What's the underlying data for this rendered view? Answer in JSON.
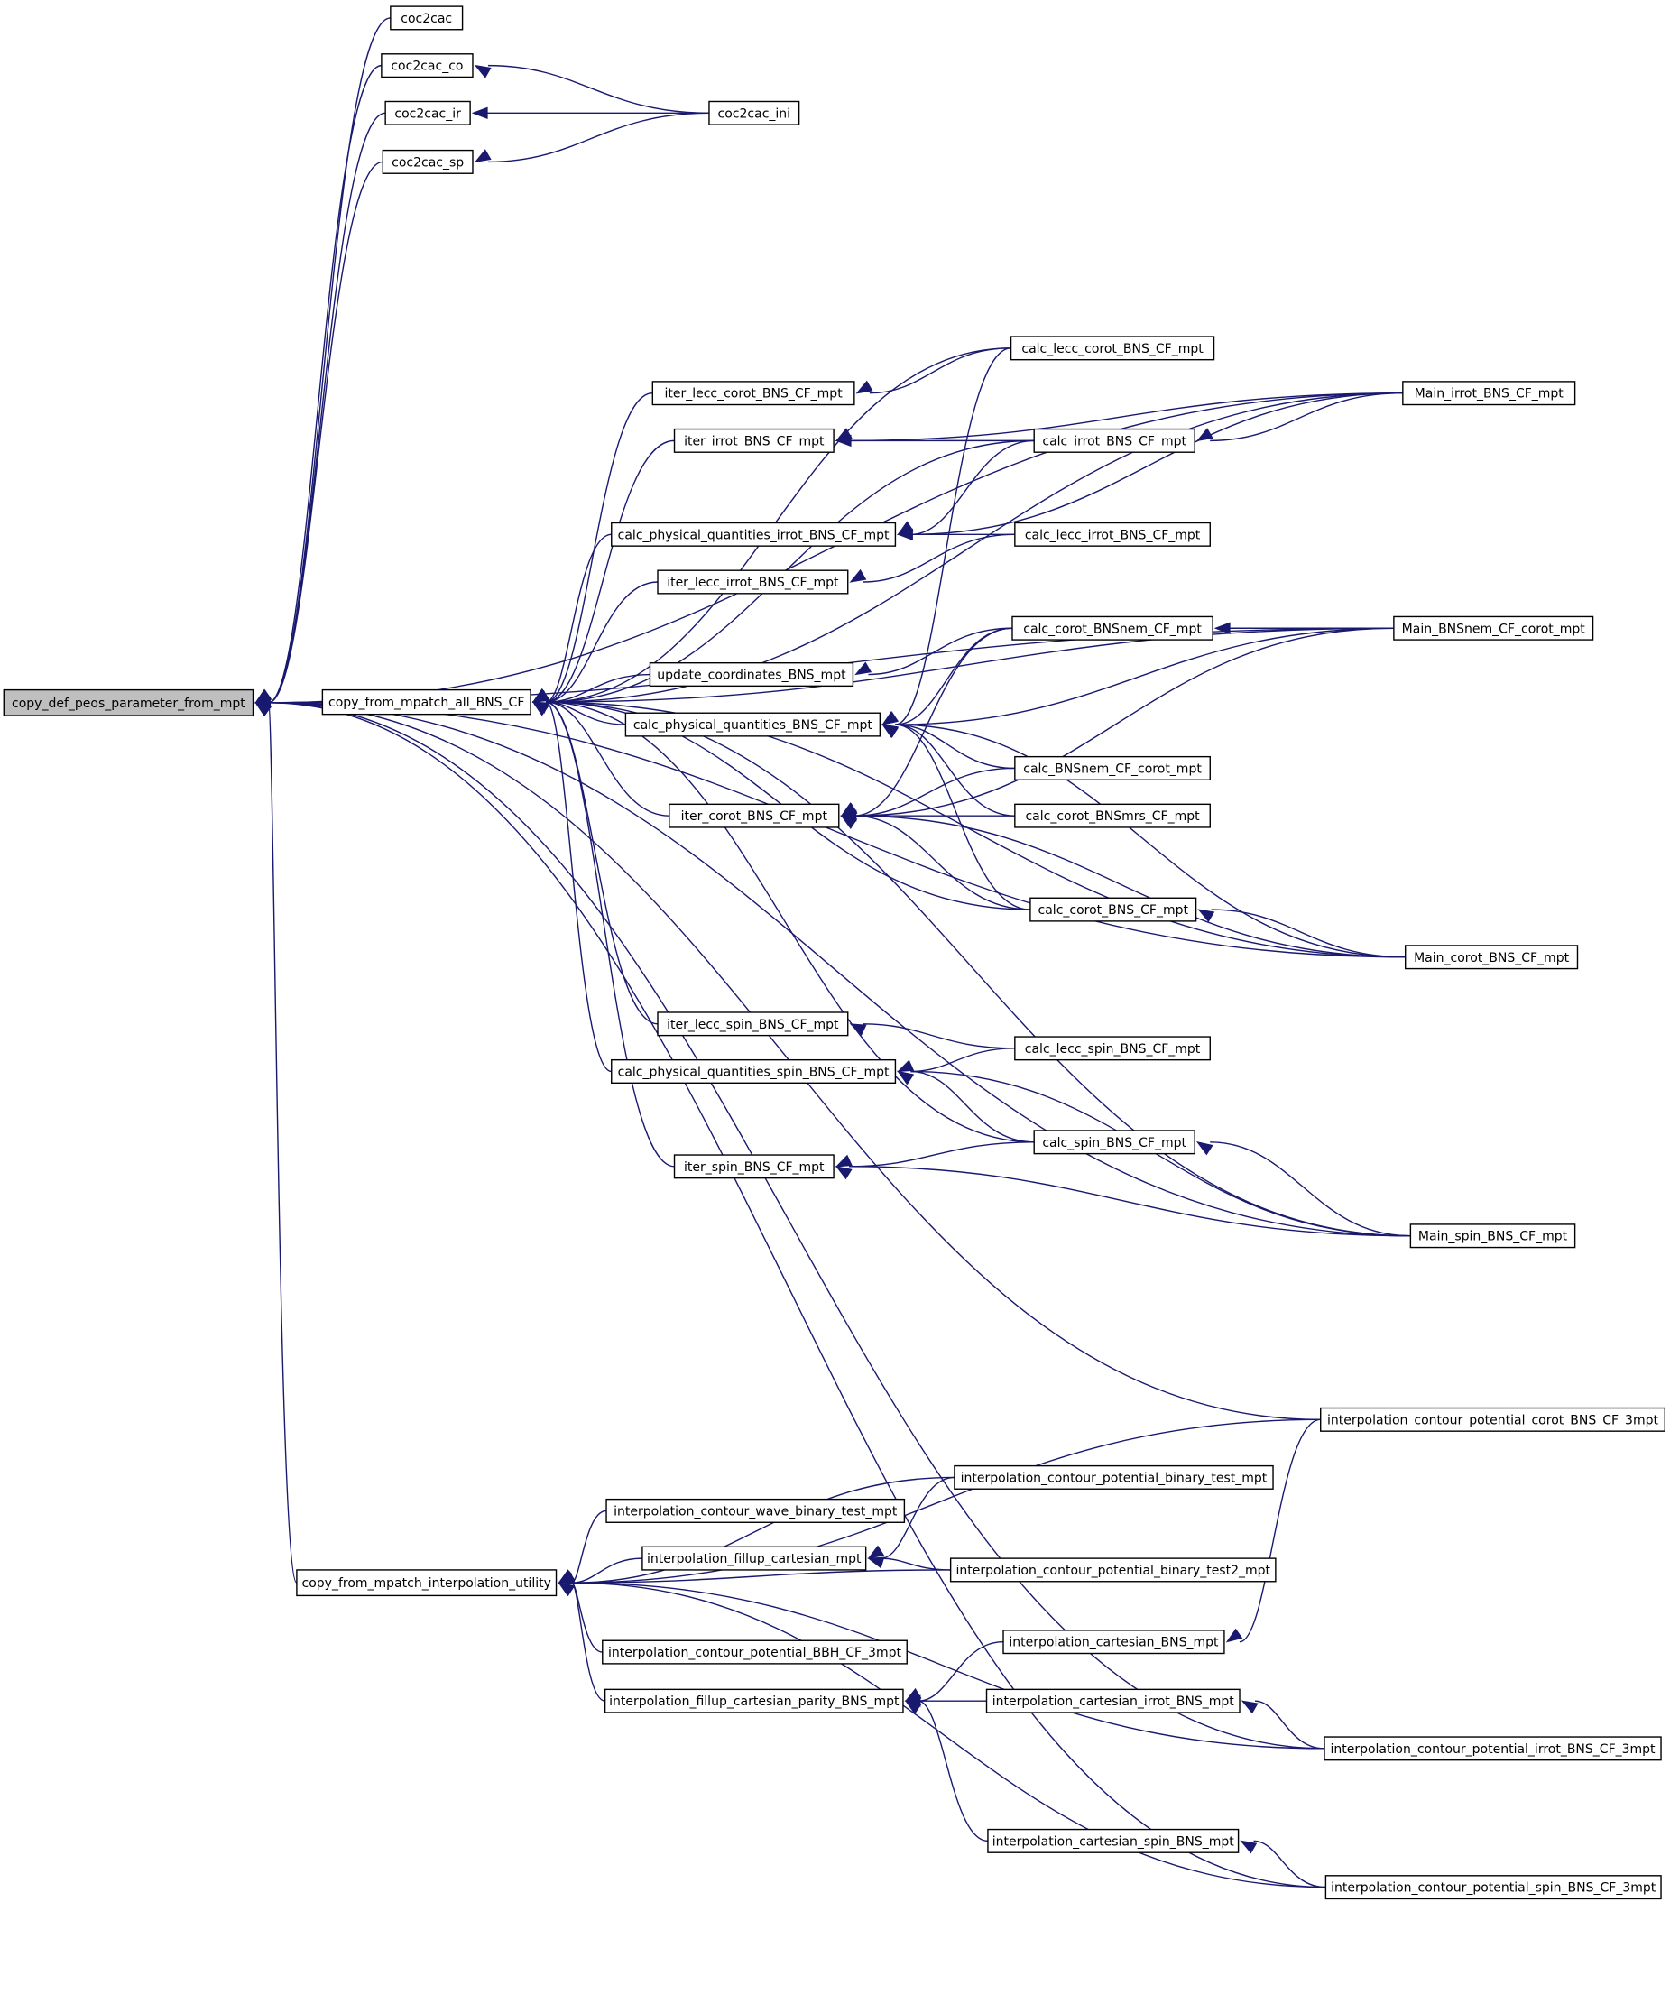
{
  "graph": {
    "nodes": [
      {
        "id": "root",
        "label": "copy_def_peos_parameter_from_mpt",
        "root": true
      },
      {
        "id": "coc2cac",
        "label": "coc2cac"
      },
      {
        "id": "coc2cac_co",
        "label": "coc2cac_co"
      },
      {
        "id": "coc2cac_ir",
        "label": "coc2cac_ir"
      },
      {
        "id": "coc2cac_sp",
        "label": "coc2cac_sp"
      },
      {
        "id": "coc2cac_ini",
        "label": "coc2cac_ini"
      },
      {
        "id": "cfm_all",
        "label": "copy_from_mpatch_all_BNS_CF"
      },
      {
        "id": "calc_lecc_corot",
        "label": "calc_lecc_corot_BNS_CF_mpt"
      },
      {
        "id": "iter_lecc_corot",
        "label": "iter_lecc_corot_BNS_CF_mpt"
      },
      {
        "id": "main_irrot",
        "label": "Main_irrot_BNS_CF_mpt"
      },
      {
        "id": "iter_irrot",
        "label": "iter_irrot_BNS_CF_mpt"
      },
      {
        "id": "calc_irrot",
        "label": "calc_irrot_BNS_CF_mpt"
      },
      {
        "id": "cpq_irrot",
        "label": "calc_physical_quantities_irrot_BNS_CF_mpt"
      },
      {
        "id": "calc_lecc_irrot",
        "label": "calc_lecc_irrot_BNS_CF_mpt"
      },
      {
        "id": "iter_lecc_irrot",
        "label": "iter_lecc_irrot_BNS_CF_mpt"
      },
      {
        "id": "calc_corot_bnsnem",
        "label": "calc_corot_BNSnem_CF_mpt"
      },
      {
        "id": "main_bnsnem",
        "label": "Main_BNSnem_CF_corot_mpt"
      },
      {
        "id": "update_coords",
        "label": "update_coordinates_BNS_mpt"
      },
      {
        "id": "cpq",
        "label": "calc_physical_quantities_BNS_CF_mpt"
      },
      {
        "id": "calc_bnsnem_corot",
        "label": "calc_BNSnem_CF_corot_mpt"
      },
      {
        "id": "iter_corot",
        "label": "iter_corot_BNS_CF_mpt"
      },
      {
        "id": "calc_corot_bnsmrs",
        "label": "calc_corot_BNSmrs_CF_mpt"
      },
      {
        "id": "calc_corot",
        "label": "calc_corot_BNS_CF_mpt"
      },
      {
        "id": "main_corot",
        "label": "Main_corot_BNS_CF_mpt"
      },
      {
        "id": "iter_lecc_spin",
        "label": "iter_lecc_spin_BNS_CF_mpt"
      },
      {
        "id": "calc_lecc_spin",
        "label": "calc_lecc_spin_BNS_CF_mpt"
      },
      {
        "id": "cpq_spin",
        "label": "calc_physical_quantities_spin_BNS_CF_mpt"
      },
      {
        "id": "calc_spin",
        "label": "calc_spin_BNS_CF_mpt"
      },
      {
        "id": "iter_spin",
        "label": "iter_spin_BNS_CF_mpt"
      },
      {
        "id": "main_spin",
        "label": "Main_spin_BNS_CF_mpt"
      },
      {
        "id": "icp_corot_3mpt",
        "label": "interpolation_contour_potential_corot_BNS_CF_3mpt"
      },
      {
        "id": "icp_binary_test",
        "label": "interpolation_contour_potential_binary_test_mpt"
      },
      {
        "id": "icw_binary_test",
        "label": "interpolation_contour_wave_binary_test_mpt"
      },
      {
        "id": "ifc",
        "label": "interpolation_fillup_cartesian_mpt"
      },
      {
        "id": "cfm_interp",
        "label": "copy_from_mpatch_interpolation_utility"
      },
      {
        "id": "icp_binary_test2",
        "label": "interpolation_contour_potential_binary_test2_mpt"
      },
      {
        "id": "icp_bbh",
        "label": "interpolation_contour_potential_BBH_CF_3mpt"
      },
      {
        "id": "ic_bns",
        "label": "interpolation_cartesian_BNS_mpt"
      },
      {
        "id": "ifcp",
        "label": "interpolation_fillup_cartesian_parity_BNS_mpt"
      },
      {
        "id": "ic_irrot",
        "label": "interpolation_cartesian_irrot_BNS_mpt"
      },
      {
        "id": "icp_irrot_3mpt",
        "label": "interpolation_contour_potential_irrot_BNS_CF_3mpt"
      },
      {
        "id": "ic_spin",
        "label": "interpolation_cartesian_spin_BNS_mpt"
      },
      {
        "id": "icp_spin_3mpt",
        "label": "interpolation_contour_potential_spin_BNS_CF_3mpt"
      }
    ],
    "edges": [
      [
        "root",
        "coc2cac"
      ],
      [
        "root",
        "coc2cac_co"
      ],
      [
        "root",
        "coc2cac_ir"
      ],
      [
        "root",
        "coc2cac_sp"
      ],
      [
        "coc2cac_co",
        "coc2cac_ini"
      ],
      [
        "coc2cac_ir",
        "coc2cac_ini"
      ],
      [
        "coc2cac_sp",
        "coc2cac_ini"
      ],
      [
        "root",
        "cfm_all"
      ],
      [
        "root",
        "main_irrot"
      ],
      [
        "root",
        "main_bnsnem"
      ],
      [
        "root",
        "main_corot"
      ],
      [
        "root",
        "main_spin"
      ],
      [
        "root",
        "icp_corot_3mpt"
      ],
      [
        "root",
        "cfm_interp"
      ],
      [
        "root",
        "icp_irrot_3mpt"
      ],
      [
        "root",
        "icp_spin_3mpt"
      ],
      [
        "cfm_all",
        "calc_lecc_corot"
      ],
      [
        "cfm_all",
        "iter_lecc_corot"
      ],
      [
        "cfm_all",
        "main_irrot"
      ],
      [
        "cfm_all",
        "iter_irrot"
      ],
      [
        "cfm_all",
        "calc_irrot"
      ],
      [
        "cfm_all",
        "cpq_irrot"
      ],
      [
        "cfm_all",
        "iter_lecc_irrot"
      ],
      [
        "cfm_all",
        "main_bnsnem"
      ],
      [
        "cfm_all",
        "update_coords"
      ],
      [
        "cfm_all",
        "cpq"
      ],
      [
        "cfm_all",
        "iter_corot"
      ],
      [
        "cfm_all",
        "calc_corot"
      ],
      [
        "cfm_all",
        "main_corot"
      ],
      [
        "cfm_all",
        "iter_lecc_spin"
      ],
      [
        "cfm_all",
        "cpq_spin"
      ],
      [
        "cfm_all",
        "calc_spin"
      ],
      [
        "cfm_all",
        "iter_spin"
      ],
      [
        "cfm_all",
        "main_spin"
      ],
      [
        "iter_lecc_corot",
        "calc_lecc_corot"
      ],
      [
        "iter_irrot",
        "main_irrot"
      ],
      [
        "iter_irrot",
        "calc_irrot"
      ],
      [
        "calc_irrot",
        "main_irrot"
      ],
      [
        "cpq_irrot",
        "calc_irrot"
      ],
      [
        "cpq_irrot",
        "main_irrot"
      ],
      [
        "cpq_irrot",
        "calc_lecc_irrot"
      ],
      [
        "iter_lecc_irrot",
        "calc_lecc_irrot"
      ],
      [
        "calc_corot_bnsnem",
        "main_bnsnem"
      ],
      [
        "update_coords",
        "calc_corot_bnsnem"
      ],
      [
        "cpq",
        "calc_lecc_corot"
      ],
      [
        "cpq",
        "calc_corot_bnsnem"
      ],
      [
        "cpq",
        "main_bnsnem"
      ],
      [
        "cpq",
        "main_corot"
      ],
      [
        "cpq",
        "calc_bnsnem_corot"
      ],
      [
        "cpq",
        "calc_corot_bnsmrs"
      ],
      [
        "cpq",
        "calc_corot"
      ],
      [
        "iter_corot",
        "calc_corot_bnsnem"
      ],
      [
        "iter_corot",
        "calc_bnsnem_corot"
      ],
      [
        "iter_corot",
        "calc_corot_bnsmrs"
      ],
      [
        "iter_corot",
        "calc_corot"
      ],
      [
        "iter_corot",
        "main_bnsnem"
      ],
      [
        "iter_corot",
        "main_corot"
      ],
      [
        "calc_corot",
        "main_corot"
      ],
      [
        "iter_lecc_spin",
        "calc_lecc_spin"
      ],
      [
        "cpq_spin",
        "calc_lecc_spin"
      ],
      [
        "cpq_spin",
        "calc_spin"
      ],
      [
        "cpq_spin",
        "main_spin"
      ],
      [
        "iter_spin",
        "calc_spin"
      ],
      [
        "iter_spin",
        "main_spin"
      ],
      [
        "calc_spin",
        "main_spin"
      ],
      [
        "cfm_interp",
        "icp_corot_3mpt"
      ],
      [
        "cfm_interp",
        "icp_binary_test"
      ],
      [
        "cfm_interp",
        "icw_binary_test"
      ],
      [
        "cfm_interp",
        "ifc"
      ],
      [
        "cfm_interp",
        "icp_binary_test2"
      ],
      [
        "cfm_interp",
        "icp_bbh"
      ],
      [
        "cfm_interp",
        "ifcp"
      ],
      [
        "cfm_interp",
        "icp_irrot_3mpt"
      ],
      [
        "cfm_interp",
        "icp_spin_3mpt"
      ],
      [
        "ifc",
        "icp_binary_test"
      ],
      [
        "ifc",
        "icp_binary_test2"
      ],
      [
        "ifcp",
        "ic_bns"
      ],
      [
        "ifcp",
        "ic_irrot"
      ],
      [
        "ifcp",
        "ic_spin"
      ],
      [
        "ic_bns",
        "icp_corot_3mpt"
      ],
      [
        "ic_irrot",
        "icp_irrot_3mpt"
      ],
      [
        "ic_spin",
        "icp_spin_3mpt"
      ]
    ]
  }
}
